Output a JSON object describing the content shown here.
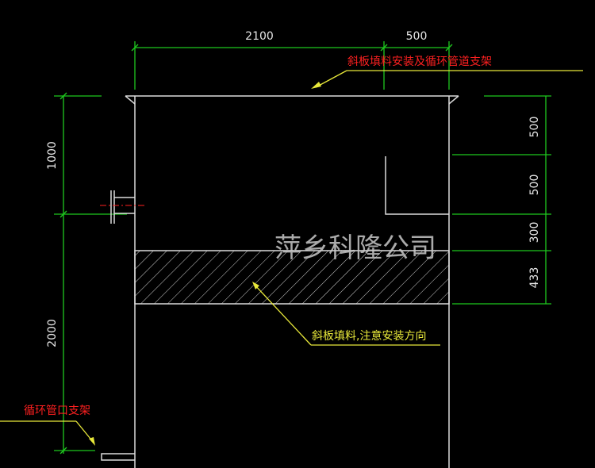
{
  "dimensions": {
    "top": [
      "2100",
      "500"
    ],
    "left": [
      "1000",
      "2000"
    ],
    "right": [
      "500",
      "500",
      "300",
      "433"
    ]
  },
  "annotations": {
    "top_label": "斜板填料安装及循环管道支架",
    "middle_label": "斜板填料,注意安装方向",
    "bottom_label": "循环管口支架"
  },
  "watermark": "萍乡科隆公司",
  "colors": {
    "dimension": "#1ec81e",
    "leader": "#e8e83a",
    "label_red": "#ff2020",
    "outline": "#dcdcdc"
  }
}
